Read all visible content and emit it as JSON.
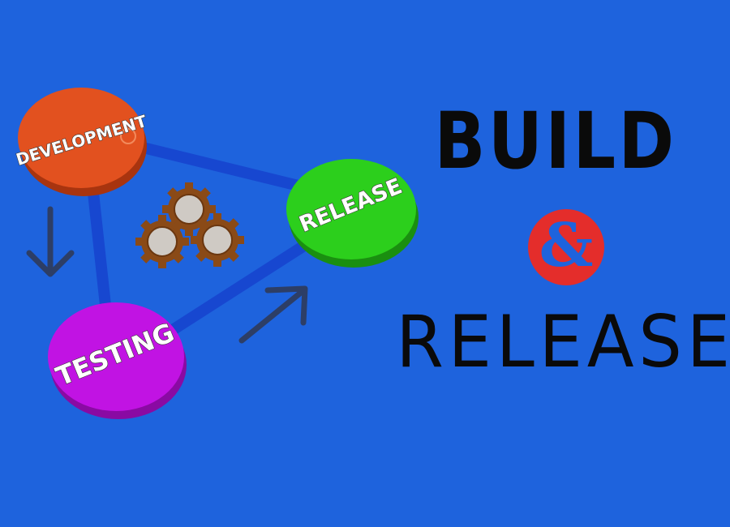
{
  "cycle": {
    "nodes": [
      {
        "id": "development",
        "label": "DEVELOPMENT",
        "color": "#e2511f",
        "rim": "#a8340f"
      },
      {
        "id": "release",
        "label": "RELEASE",
        "color": "#2ccf1c",
        "rim": "#1a8f10"
      },
      {
        "id": "testing",
        "label": "TESTING",
        "color": "#c113e3",
        "rim": "#8a0aa3"
      }
    ],
    "connector_color": "#1747d0",
    "arrow_color": "#2d3e66",
    "gear_color": "#8a4a17",
    "icons": [
      "down-arrow-icon",
      "up-right-arrow-icon",
      "gears-icon"
    ]
  },
  "heading": {
    "line1": "BUILD",
    "ampersand": "&",
    "line2": "RELEASE",
    "badge_color": "#e42d2b"
  }
}
